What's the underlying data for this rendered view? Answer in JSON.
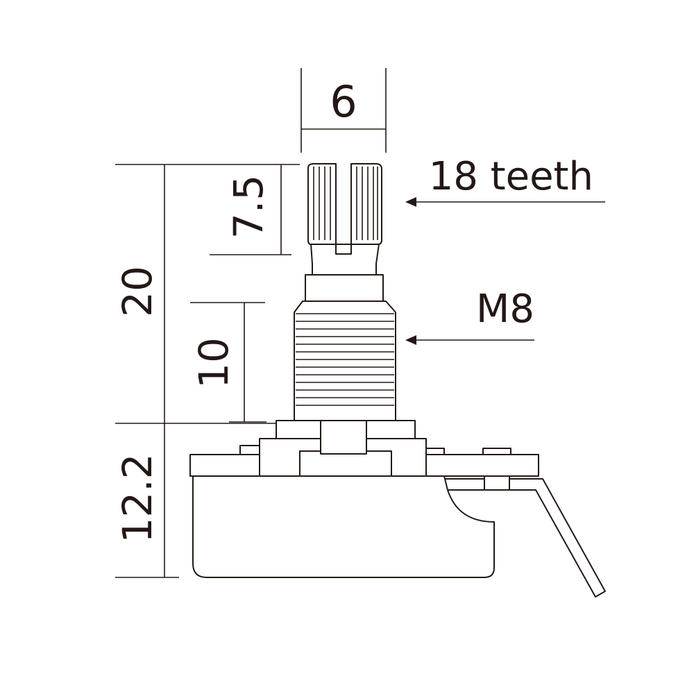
{
  "dimensions": {
    "shaft_diameter": "6",
    "knurl_length": "7.5",
    "total_height": "20",
    "thread_length": "10",
    "body_height": "12.2"
  },
  "callouts": {
    "teeth": "18 teeth",
    "thread": "M8"
  },
  "colors": {
    "line": "#231815",
    "background": "#ffffff"
  }
}
